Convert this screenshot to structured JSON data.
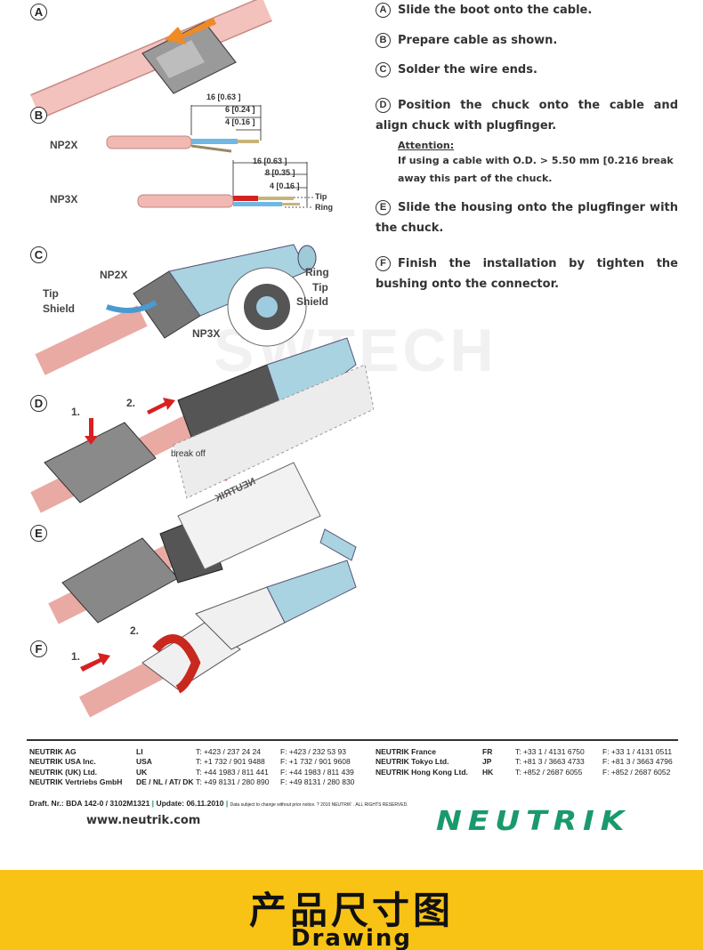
{
  "illustration": {
    "step_markers": [
      "A",
      "B",
      "C",
      "D",
      "E",
      "F"
    ],
    "b": {
      "np2x_label": "NP2X",
      "np3x_label": "NP3X",
      "np2x_dims": [
        "16 [0.63 ]",
        "6 [0.24 ]",
        "4 [0.16 ]"
      ],
      "np3x_dims": [
        "16 [0.63 ]",
        "8 [0.35 ]",
        "4 [0.16 ]"
      ],
      "tip": "Tip",
      "ring": "Ring"
    },
    "c": {
      "np2x_label": "NP2X",
      "np3x_label": "NP3X",
      "tip": "Tip",
      "shield": "Shield",
      "ring_3x": "Ring",
      "tip_3x": "Tip",
      "shield_3x": "Shield"
    },
    "d": {
      "num1": "1.",
      "num2": "2.",
      "break_off": "break off",
      "housing_text": "NEUTRIK"
    },
    "f": {
      "num1": "1.",
      "num2": "2."
    },
    "watermark": "SWTECH"
  },
  "steps": [
    {
      "marker": "A",
      "text": "Slide the boot onto the cable."
    },
    {
      "marker": "B",
      "text": "Prepare cable as shown."
    },
    {
      "marker": "C",
      "text": "Solder the wire ends."
    },
    {
      "marker": "D",
      "text": "Position the chuck onto the cable and align chuck with plugfinger."
    },
    {
      "marker": "E",
      "text": "Slide the housing onto the plugfinger with the chuck."
    },
    {
      "marker": "F",
      "text": "Finish the installation by tighten the bushing onto the connector."
    }
  ],
  "attention": {
    "title": "Attention:",
    "text": "If using a cable with O.D. > 5.50 mm [0.216 break away this part of the chuck."
  },
  "contacts": [
    {
      "name": "NEUTRIK  AG",
      "country": "LI",
      "tel": "T: +423 / 237 24 24",
      "fax": "F: +423 / 232 53 93"
    },
    {
      "name": "NEUTRIK  USA Inc.",
      "country": "USA",
      "tel": "T: +1 732 / 901 9488",
      "fax": "F: +1 732 / 901 9608"
    },
    {
      "name": "NEUTRIK  (UK) Ltd.",
      "country": "UK",
      "tel": "T: +44 1983 / 811 441",
      "fax": "F: +44 1983 / 811 439"
    },
    {
      "name": "NEUTRIK Vertriebs GmbH",
      "country": "DE / NL / AT/ DK",
      "tel": "T: +49 8131 / 280 890",
      "fax": "F: +49 8131 / 280 830"
    },
    {
      "name": "NEUTRIK France",
      "country": "FR",
      "tel": "T: +33 1 / 4131 6750",
      "fax": "F: +33 1 / 4131 0511"
    },
    {
      "name": "NEUTRIK Tokyo Ltd.",
      "country": "JP",
      "tel": "T: +81 3 / 3663 4733",
      "fax": "F: +81 3 / 3663 4796"
    },
    {
      "name": "NEUTRIK Hong Kong Ltd.",
      "country": "HK",
      "tel": "T: +852 / 2687 6055",
      "fax": "F: +852 / 2687 6052"
    }
  ],
  "footer": {
    "draft": "Draft. Nr.: BDA 142-0",
    "draft_code": "/ 3102M1321",
    "update": "Update: 06.11.2010",
    "notice": "Data subject to change without prior notice. ? 2010 NEUTRIK'  . ALL RIGHTS RESERVED.",
    "website": "www.neutrik.com",
    "logo": "NEUTRIK",
    "logo_color": "#1a9a6c"
  },
  "banner": {
    "title_cn": "产品尺寸图",
    "title_en": "Drawing",
    "color": "#f8c315"
  }
}
